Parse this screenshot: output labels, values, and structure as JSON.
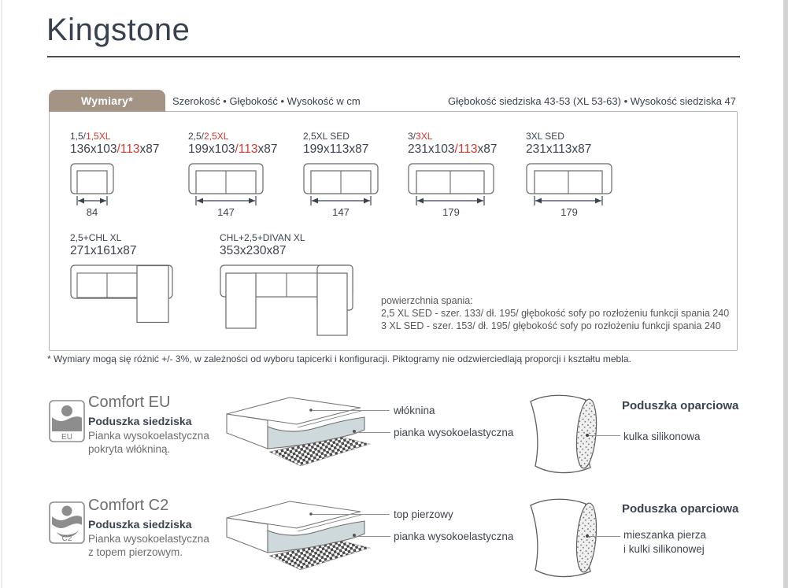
{
  "page": {
    "title": "Kingstone",
    "footnote": "* Wymiary mogą się różnić +/- 3%, w zależności od wyboru tapicerki i konfiguracji. Piktogramy nie odzwierciedlają proporcji i kształtu mebla."
  },
  "colors": {
    "accent_red": "#d6372e",
    "dark_text": "#3b4251",
    "tab_background": "#a39486",
    "gray_text": "#6d6e71",
    "foam_fill": "#cdd9db"
  },
  "dimensions": {
    "tab_label": "Wymiary*",
    "header_left": "Szerokość • Głębokość • Wysokość w cm",
    "header_right": "Głębokość siedziska 43-53 (XL 53-63) • Wysokość siedziska 47",
    "variants": [
      {
        "name_pre": "1,5/",
        "name_red": "1,5XL",
        "size_pre": "136x103",
        "size_red": "/113",
        "size_post": "x87",
        "width_label": "84"
      },
      {
        "name_pre": "2,5/",
        "name_red": "2,5XL",
        "size_pre": "199x103",
        "size_red": "/113",
        "size_post": "x87",
        "width_label": "147"
      },
      {
        "name_pre": "2,5XL SED",
        "name_red": "",
        "size_pre": "199x113x87",
        "size_red": "",
        "size_post": "",
        "width_label": "147"
      },
      {
        "name_pre": "3/",
        "name_red": "3XL",
        "size_pre": "231x103",
        "size_red": "/113",
        "size_post": "x87",
        "width_label": "179"
      },
      {
        "name_pre": "3XL SED",
        "name_red": "",
        "size_pre": "231x113x87",
        "size_red": "",
        "size_post": "",
        "width_label": "179"
      }
    ],
    "corner_variants": [
      {
        "name": "2,5+CHL XL",
        "size": "271x161x87"
      },
      {
        "name": "CHL+2,5+DIVAN XL",
        "size": "353x230x87"
      }
    ],
    "sleeping_area": {
      "title": "powierzchnia spania:",
      "lines": [
        "2,5 XL SED - szer. 133/ dł. 195/ głębokość sofy po rozłożeniu funkcji spania 240",
        "3 XL SED - szer. 153/ dł. 195/ głębokość sofy po rozłożeniu funkcji spania 240"
      ]
    }
  },
  "comfort_sections": [
    {
      "badge": "EU",
      "title": "Comfort EU",
      "subtitle": "Poduszka siedziska",
      "description_line1": "Pianka wysokoelastyczna",
      "description_line2": "pokryta włókniną.",
      "cushion_labels": [
        "włóknina",
        "pianka wysokoelastyczna"
      ],
      "pillow_title": "Poduszka oparciowa",
      "pillow_label_line1": "kulka silikonowa",
      "pillow_label_line2": ""
    },
    {
      "badge": "C2",
      "title": "Comfort C2",
      "subtitle": "Poduszka siedziska",
      "description_line1": "Pianka wysokoelastyczna",
      "description_line2": "z topem pierzowym.",
      "cushion_labels": [
        "top pierzowy",
        "pianka wysokoelastyczna"
      ],
      "pillow_title": "Poduszka oparciowa",
      "pillow_label_line1": "mieszanka pierza",
      "pillow_label_line2": "i kulki silikonowej"
    }
  ]
}
